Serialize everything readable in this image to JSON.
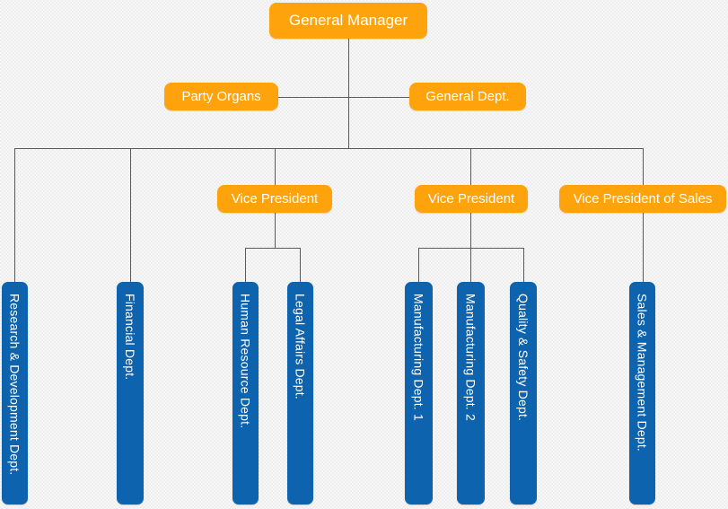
{
  "chart": {
    "root": {
      "label": "General Manager"
    },
    "staff": [
      {
        "label": "Party Organs"
      },
      {
        "label": "General Dept."
      }
    ],
    "executives": [
      {
        "label": "Vice President"
      },
      {
        "label": "Vice President"
      },
      {
        "label": "Vice President of Sales"
      }
    ],
    "departments": [
      {
        "label": "Research & Development Dept."
      },
      {
        "label": "Financial Dept."
      },
      {
        "label": "Human Resource Dept."
      },
      {
        "label": "Legal Affairs Dept."
      },
      {
        "label": "Manufacturing Dept. 1"
      },
      {
        "label": "Manufacturing Dept. 2"
      },
      {
        "label": "Quality & Safety Dept."
      },
      {
        "label": "Sales & Management Dept."
      }
    ]
  },
  "colors": {
    "node_primary": "#FFA30D",
    "node_department": "#0E63AE",
    "connector": "#5A5A5A",
    "background": "#F3F3F3",
    "node_text": "#FFFFFF"
  }
}
